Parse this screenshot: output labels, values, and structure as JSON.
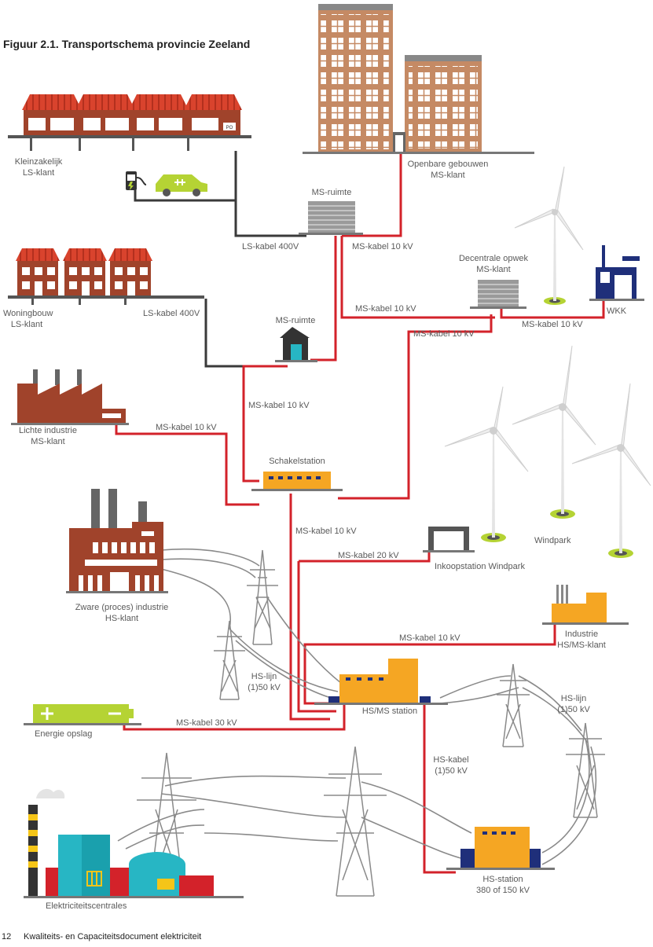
{
  "figure": {
    "title": "Figuur 2.1. Transportschema provincie Zeeland"
  },
  "footer": {
    "page_number": "12",
    "text": "Kwaliteits- en Capaciteitsdocument elektriciteit"
  },
  "labels": {
    "kleinzakelijk": "Kleinzakelijk",
    "ls_klant_1": "LS-klant",
    "woningbouw": "Woningbouw",
    "ls_klant_2": "LS-klant",
    "openbare": "Openbare gebouwen",
    "ms_klant_openbaar": "MS-klant",
    "ms_ruimte_1": "MS-ruimte",
    "ms_ruimte_2": "MS-ruimte",
    "ls_kabel_1": "LS-kabel 400V",
    "ls_kabel_2": "LS-kabel 400V",
    "ms_kabel_a": "MS-kabel 10 kV",
    "ms_kabel_b": "MS-kabel 10 kV",
    "ms_kabel_c": "MS-kabel 10 kV",
    "ms_kabel_d": "MS-kabel 10 kV",
    "ms_kabel_e": "MS-kabel 10 kV",
    "ms_kabel_f": "MS-kabel 10 kV",
    "ms_kabel_g": "MS-kabel 10 kV",
    "ms_kabel_h": "MS-kabel 10 kV",
    "ms_kabel_20": "MS-kabel 20 kV",
    "ms_kabel_30": "MS-kabel 30 kV",
    "decentrale": "Decentrale opwek",
    "ms_klant_decentraal": "MS-klant",
    "wkk": "WKK",
    "lichte_industrie": "Lichte industrie",
    "ms_klant_licht": "MS-klant",
    "schakelstation": "Schakelstation",
    "windpark": "Windpark",
    "inkoopstation": "Inkoopstation Windpark",
    "zware_industrie": "Zware (proces) industrie",
    "hs_klant": "HS-klant",
    "industrie": "Industrie",
    "hs_ms_klant": "HS/MS-klant",
    "hs_lijn_1": "HS-lijn",
    "hs_lijn_1_val": "(1)50 kV",
    "hs_lijn_2": "HS-lijn",
    "hs_lijn_2_val": "(1)50 kV",
    "hs_ms_station": "HS/MS station",
    "energie_opslag": "Energie opslag",
    "hs_kabel": "HS-kabel",
    "hs_kabel_val": "(1)50 kV",
    "hs_station": "HS-station",
    "hs_station_val": "380 of 150 kV",
    "elektriciteitscentrales": "Elektriciteitscentrales"
  },
  "colors": {
    "cable_ms": "#d3222a",
    "cable_ls": "#3a3a3a",
    "station_orange": "#f5a623",
    "brick": "#a0432b",
    "wind_ring": "#b5d334",
    "battery_green": "#b5d334",
    "dark_blue": "#1f2f7a",
    "teal": "#27b6c4",
    "pylon": "#8a8a8a"
  }
}
